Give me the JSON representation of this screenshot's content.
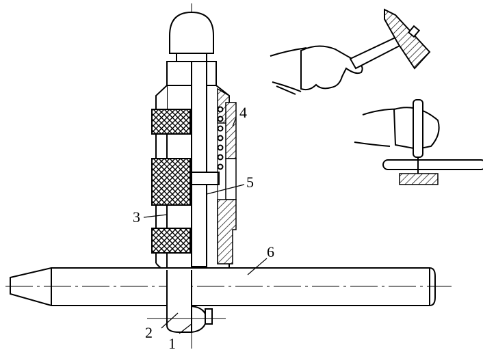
{
  "labels": {
    "l1": "1",
    "l2": "2",
    "l3": "3",
    "l4": "4",
    "l5": "5",
    "l6": "6"
  },
  "colors": {
    "line": "#000000",
    "background": "#ffffff"
  }
}
